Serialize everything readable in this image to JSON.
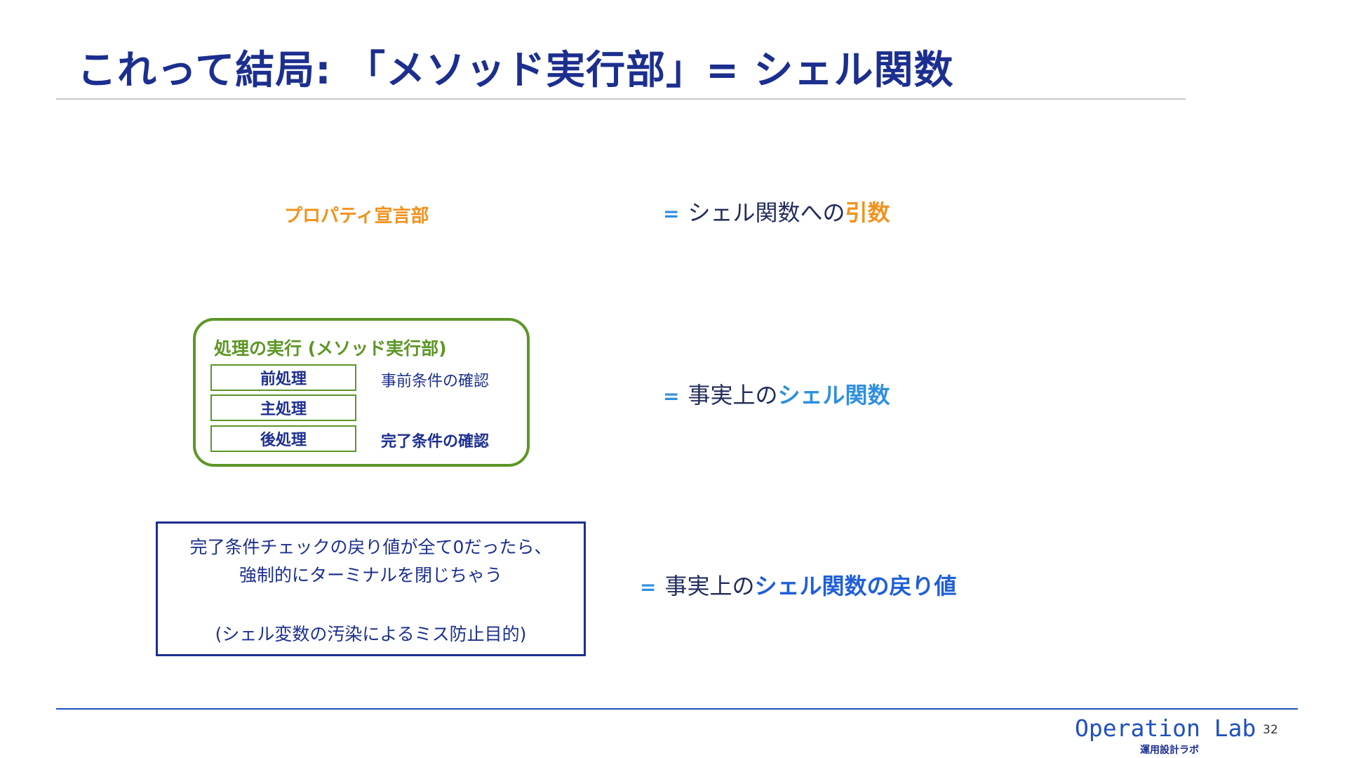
{
  "title": "これって結局: 「メソッド実行部」= シェル関数",
  "property_section": {
    "label": "プロパティ宣言部"
  },
  "execution_block": {
    "title": "処理の実行 (メソッド実行部)",
    "steps": [
      {
        "label": "前処理",
        "note": "事前条件の確認"
      },
      {
        "label": "主処理",
        "note": ""
      },
      {
        "label": "後処理",
        "note": "完了条件の確認"
      }
    ]
  },
  "return_box": {
    "line1": "完了条件チェックの戻り値が全て0だったら、",
    "line2": "強制的にターミナルを閉じちゃう",
    "line3": "(シェル変数の汚染によるミス防止目的)"
  },
  "equivalences": [
    {
      "mark": "=",
      "text": "シェル関数への",
      "highlight": "引数"
    },
    {
      "mark": "=",
      "text": "事実上の",
      "highlight": "シェル関数"
    },
    {
      "mark": "=",
      "text": "事実上の",
      "highlight": "シェル関数の戻り値"
    }
  ],
  "footer": {
    "brand": "Operation Lab",
    "brand_sub": "運用設計ラボ",
    "page_number": "32"
  },
  "colors": {
    "title": "#1c2f8f",
    "property": "#f0921e",
    "execution": "#5d9626",
    "accent_blue": "#2e8fe0",
    "return_value_blue": "#1f5fd8"
  }
}
